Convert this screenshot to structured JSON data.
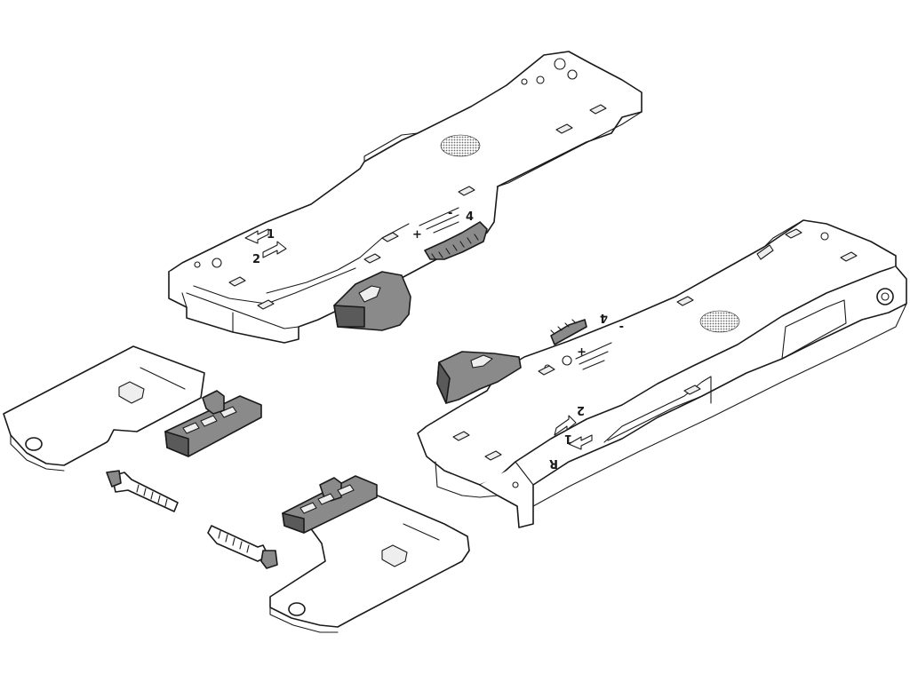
{
  "diagram": {
    "colors": {
      "line": "#1a1a1a",
      "part_fill": "#ffffff",
      "dark_plastic": "#8a8a8a",
      "shadow_plastic": "#5a5a5a",
      "dimple_texture": "#7a7a7a"
    },
    "upper_unit": {
      "direction_labels": [
        "1",
        "2"
      ],
      "wheel_labels": [
        "+",
        "-"
      ],
      "dial_digits": "4"
    },
    "lower_unit": {
      "direction_labels": [
        "2",
        "1"
      ],
      "side_label": "R",
      "wheel_labels": [
        "+",
        "-"
      ],
      "dial_digits": "4"
    }
  }
}
